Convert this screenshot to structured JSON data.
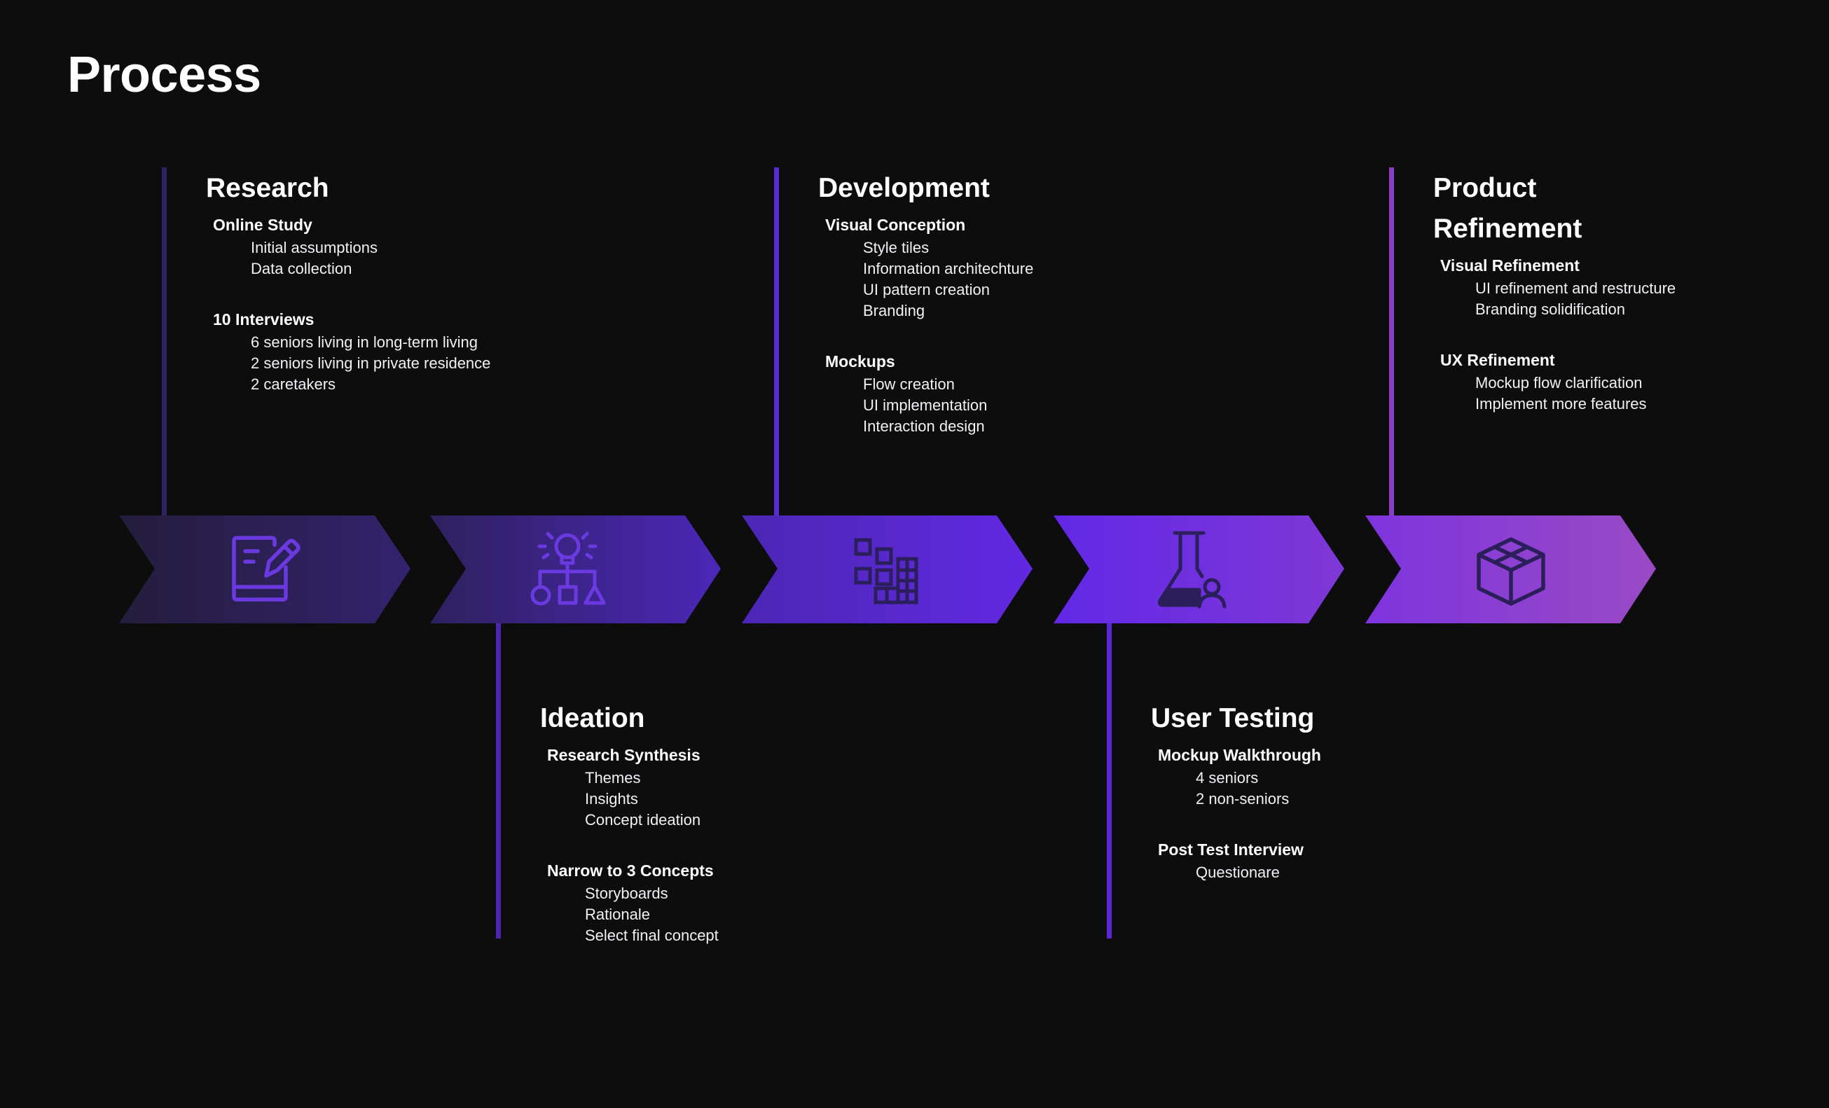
{
  "page": {
    "title": "Process"
  },
  "colors": {
    "background": "#0d0d0e",
    "research_line": "#2d2360",
    "ideation_line": "#4b26b0",
    "development_line": "#5a2bd4",
    "testing_line": "#5b28d8",
    "refinement_line": "#8a3ec8",
    "icon_dark": "#2a1f5a",
    "icon_light": "#6a3ae0"
  },
  "stages": [
    {
      "id": "research",
      "title": [
        "Research"
      ],
      "icon": "edit-note-icon",
      "groups": [
        {
          "title": "Online Study",
          "items": [
            "Initial assumptions",
            "Data collection"
          ]
        },
        {
          "title": "10 Interviews",
          "items": [
            "6 seniors living in long-term living",
            "2 seniors living in private residence",
            "2 caretakers"
          ]
        }
      ]
    },
    {
      "id": "ideation",
      "title": [
        "Ideation"
      ],
      "icon": "idea-shapes-icon",
      "groups": [
        {
          "title": "Research Synthesis",
          "items": [
            "Themes",
            "Insights",
            "Concept ideation"
          ]
        },
        {
          "title": "Narrow to 3 Concepts",
          "items": [
            "Storyboards",
            "Rationale",
            "Select final concept"
          ]
        }
      ]
    },
    {
      "id": "development",
      "title": [
        "Development"
      ],
      "icon": "building-blocks-icon",
      "groups": [
        {
          "title": "Visual Conception",
          "items": [
            "Style tiles",
            "Information architechture",
            "UI pattern creation",
            "Branding"
          ]
        },
        {
          "title": "Mockups",
          "items": [
            "Flow creation",
            "UI implementation",
            "Interaction design"
          ]
        }
      ]
    },
    {
      "id": "user-testing",
      "title": [
        "User Testing"
      ],
      "icon": "flask-user-icon",
      "groups": [
        {
          "title": "Mockup Walkthrough",
          "items": [
            "4 seniors",
            "2 non-seniors"
          ]
        },
        {
          "title": "Post Test Interview",
          "items": [
            "Questionare"
          ]
        }
      ]
    },
    {
      "id": "product-refinement",
      "title": [
        "Product",
        "Refinement"
      ],
      "icon": "box-icon",
      "groups": [
        {
          "title": "Visual Refinement",
          "items": [
            "UI refinement and restructure",
            "Branding solidification"
          ]
        },
        {
          "title": "UX Refinement",
          "items": [
            "Mockup flow clarification",
            "Implement more features"
          ]
        }
      ]
    }
  ]
}
